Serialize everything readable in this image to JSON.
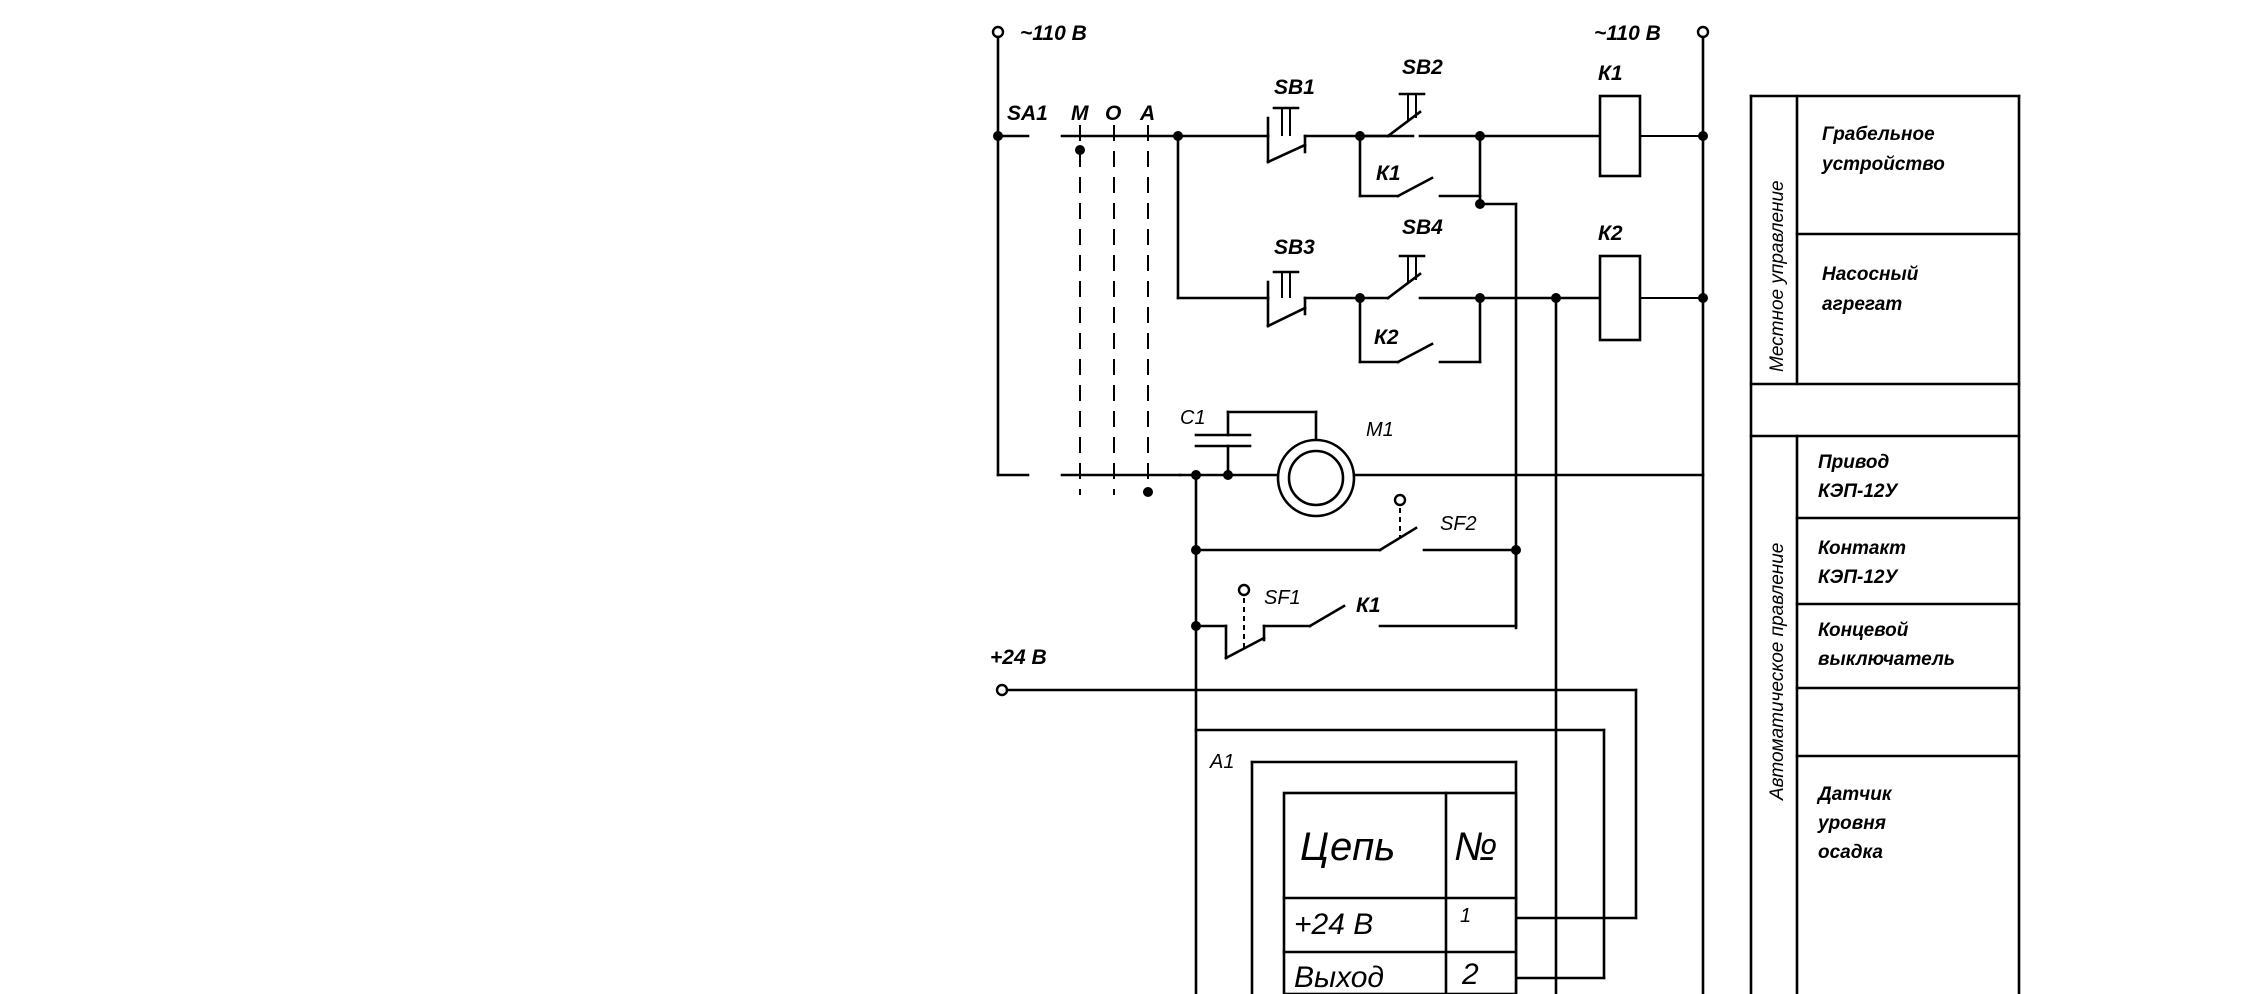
{
  "supply": {
    "left": "~110 В",
    "right": "~110 В",
    "dc": "+24 В"
  },
  "selector": {
    "name": "SA1",
    "positions": [
      "М",
      "О",
      "А"
    ]
  },
  "components": {
    "sb1": "SB1",
    "sb2": "SB2",
    "sb3": "SB3",
    "sb4": "SB4",
    "k1_coil": "К1",
    "k1_contact": "К1",
    "k1_aux": "К1",
    "k2_coil": "К2",
    "k2_contact": "К2",
    "c1": "С1",
    "m1": "М1",
    "sf1": "SF1",
    "sf2": "SF2",
    "a1": "А1"
  },
  "a1_table": {
    "header_circuit": "Цепь",
    "header_number": "№",
    "rows": [
      {
        "circuit": "+24 В",
        "number": "1"
      },
      {
        "circuit": "Выход",
        "number": "2"
      }
    ]
  },
  "side_panel": {
    "local_group": "Местное управление",
    "auto_group": "Автоматическое правление",
    "local_items": [
      [
        "Грабельное",
        "устройство"
      ],
      [
        "Насосный",
        "агрегат"
      ]
    ],
    "auto_items": [
      [
        "Привод",
        "КЭП-12У"
      ],
      [
        "Контакт",
        "КЭП-12У"
      ],
      [
        "Концевой",
        "выключатель"
      ],
      [],
      [
        "Датчик",
        "уровня",
        "осадка"
      ]
    ]
  }
}
